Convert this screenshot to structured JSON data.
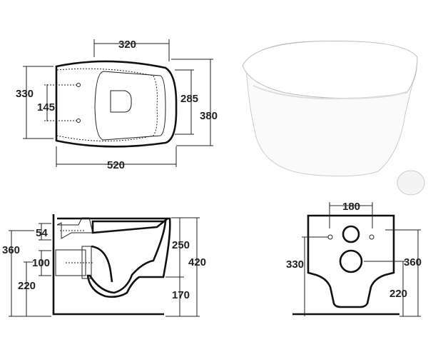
{
  "top_view": {
    "width_seat": "320",
    "depth_330": "330",
    "fixing_spacing": "145",
    "inner_285": "285",
    "overall_width": "380",
    "overall_length": "520"
  },
  "side_view": {
    "d54": "54",
    "d360": "360",
    "d100": "100",
    "d220": "220",
    "d250": "250",
    "d420": "420",
    "d170": "170"
  },
  "front_view": {
    "d180": "180",
    "d330": "330",
    "d360": "360",
    "d220": "220"
  },
  "colors": {
    "line": "#222222",
    "product": "#ffffff"
  }
}
